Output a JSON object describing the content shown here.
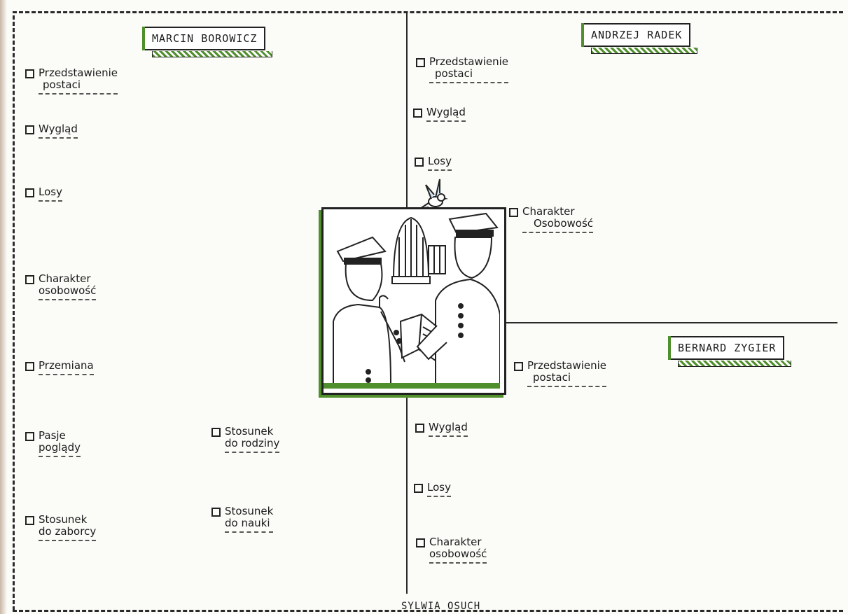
{
  "characters": {
    "marcin": {
      "name": "MARCIN BOROWICZ",
      "items": [
        {
          "lines": [
            "Przedstawienie",
            "postaci"
          ]
        },
        {
          "lines": [
            "Wygląd"
          ]
        },
        {
          "lines": [
            "Losy"
          ]
        },
        {
          "lines": [
            "Charakter",
            "osobowość"
          ]
        },
        {
          "lines": [
            "Przemiana"
          ]
        },
        {
          "lines": [
            "Pasje",
            "poglądy"
          ]
        },
        {
          "lines": [
            "Stosunek",
            "do zaborcy"
          ]
        },
        {
          "lines": [
            "Stosunek",
            "do rodziny"
          ]
        },
        {
          "lines": [
            "Stosunek",
            "do nauki"
          ]
        }
      ]
    },
    "andrzej": {
      "name": "ANDRZEJ RADEK",
      "items": [
        {
          "lines": [
            "Przedstawienie",
            "postaci"
          ]
        },
        {
          "lines": [
            "Wygląd"
          ]
        },
        {
          "lines": [
            "Losy"
          ]
        },
        {
          "lines": [
            "Charakter",
            "Osobowość"
          ]
        }
      ]
    },
    "bernard": {
      "name": "BERNARD ZYGIER",
      "items": [
        {
          "lines": [
            "Przedstawienie",
            "postaci"
          ]
        },
        {
          "lines": [
            "Wygląd"
          ]
        },
        {
          "lines": [
            "Losy"
          ]
        },
        {
          "lines": [
            "Charakter",
            "osobowość"
          ]
        }
      ]
    }
  },
  "credit": "SYLWIA OSUCH",
  "colors": {
    "accent": "#4f8f2c",
    "ink": "#1b1b1b",
    "paper": "#fbfbf8"
  },
  "illustration": "two-schoolboys-with-birdcage-and-bird-drawing"
}
